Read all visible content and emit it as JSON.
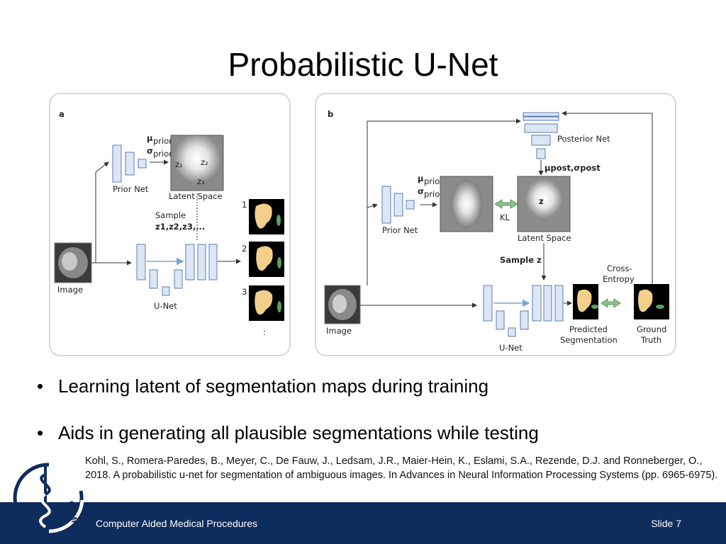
{
  "slide": {
    "title": "Probabilistic U-Net",
    "bullets": [
      "Learning latent of segmentation maps during training",
      "Aids in generating all plausible segmentations while testing"
    ],
    "citation": "Kohl, S., Romera-Paredes, B., Meyer, C., De Fauw, J., Ledsam, J.R., Maier-Hein, K., Eslami, S.A., Rezende, D.J. and Ronneberger, O., 2018. A probabilistic u-net for segmentation of ambiguous images. In Advances in Neural Information Processing Systems (pp. 6965-6975).",
    "footer_text": "Computer Aided Medical Procedures",
    "slide_number": "Slide 7",
    "logo_text": "CAMP"
  },
  "figure": {
    "panel_a": {
      "label": "a",
      "mu_prior": "μ",
      "mu_sub": "prior",
      "sigma_prior": "σ",
      "sigma_sub": "prior",
      "prior_net": "Prior Net",
      "latent_space": "Latent Space",
      "sample": "Sample",
      "sample_z": "z1,z2,z3,...",
      "image": "Image",
      "unet": "U-Net",
      "outputs": [
        "1",
        "2",
        "3"
      ],
      "more": ":"
    },
    "panel_b": {
      "label": "b",
      "posterior_net": "Posterior Net",
      "mu_post": "μpost,σpost",
      "mu_prior": "μ",
      "mu_sub": "prior",
      "sigma_prior": "σ",
      "sigma_sub": "prior",
      "kl": "KL",
      "prior_net": "Prior Net",
      "latent_space": "Latent Space",
      "sample_z": "Sample z",
      "cross": "Cross-",
      "entropy": "Entropy",
      "image": "Image",
      "unet": "U-Net",
      "pred1": "Predicted",
      "pred2": "Segmentation",
      "gt1": "Ground",
      "gt2": "Truth"
    }
  },
  "colors": {
    "footer_bg": "#0e2c5c",
    "box_fill": "#dce6f4",
    "box_stroke": "#5b7db5",
    "arrow_blue": "#7aa6d6",
    "seg_fill": "#f2cf8a",
    "seg_green": "#5aa35a",
    "kl_green": "#8cc08c"
  }
}
